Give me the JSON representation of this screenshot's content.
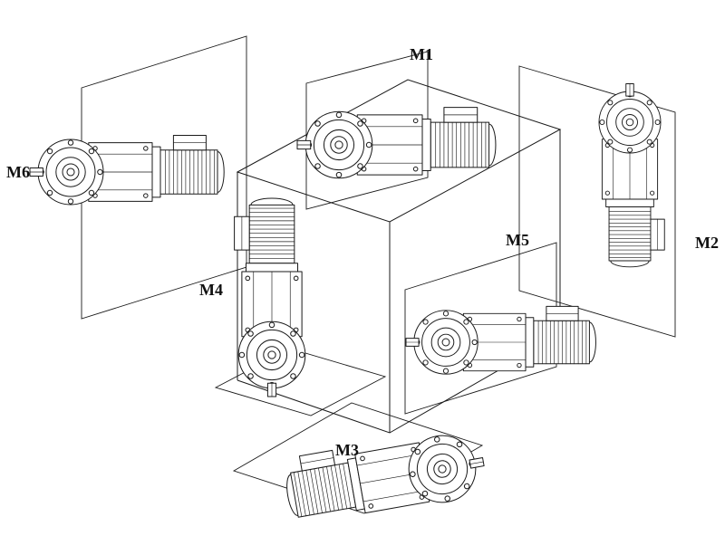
{
  "diagram": {
    "kind": "gearmotor-mounting-positions",
    "description": "Six gearmotor mounting orientations (M1-M6) arranged around an isometric cube",
    "labels": {
      "m1": "M1",
      "m2": "M2",
      "m3": "M3",
      "m4": "M4",
      "m5": "M5",
      "m6": "M6"
    },
    "colors": {
      "line": "#1a1a1a",
      "background": "#ffffff",
      "label": "#111111"
    }
  }
}
